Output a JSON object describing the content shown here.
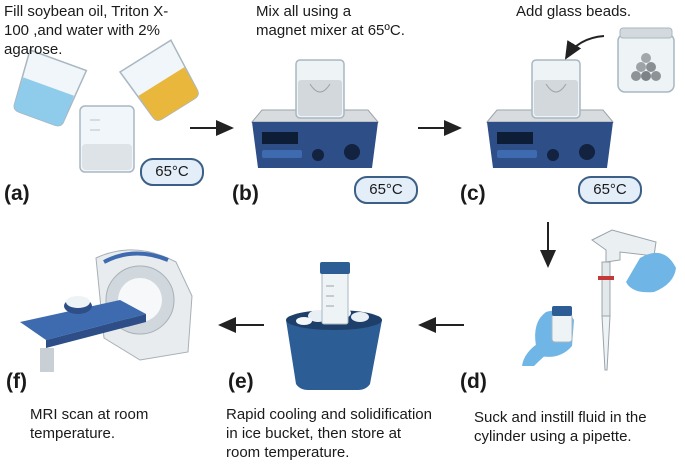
{
  "steps": {
    "a": {
      "label": "(a)",
      "text_lines": [
        "Fill soybean oil, Triton X-",
        "100 ,and water with 2%",
        "agarose."
      ],
      "temperature": "65°C"
    },
    "b": {
      "label": "(b)",
      "text_lines": [
        "Mix all using a",
        "magnet mixer at 65ºC."
      ],
      "temperature": "65°C"
    },
    "c": {
      "label": "(c)",
      "text_lines": [
        "Add glass beads."
      ],
      "temperature": "65°C"
    },
    "d": {
      "label": "(d)",
      "text_lines": [
        "Suck and instill fluid in the",
        "cylinder using a pipette."
      ]
    },
    "e": {
      "label": "(e)",
      "text_lines": [
        "Rapid cooling and solidification",
        "in ice bucket, then store at",
        "room temperature."
      ]
    },
    "f": {
      "label": "(f)",
      "text_lines": [
        "MRI scan at room",
        "temperature."
      ]
    }
  },
  "icons": {
    "beakers": "beakers-icon",
    "magnetic_stirrer": "magnetic-stirrer-icon",
    "glass_beads_jar": "glass-beads-jar-icon",
    "pipette": "pipette-icon",
    "ice_bucket": "ice-bucket-icon",
    "mri_scanner": "mri-scanner-icon"
  },
  "colors": {
    "pill_border": "#3b5f86",
    "pill_fill": "#e3eef9",
    "stirrer_body": "#2d4e86",
    "glove": "#6fb6e6",
    "bucket": "#2d5d95"
  }
}
